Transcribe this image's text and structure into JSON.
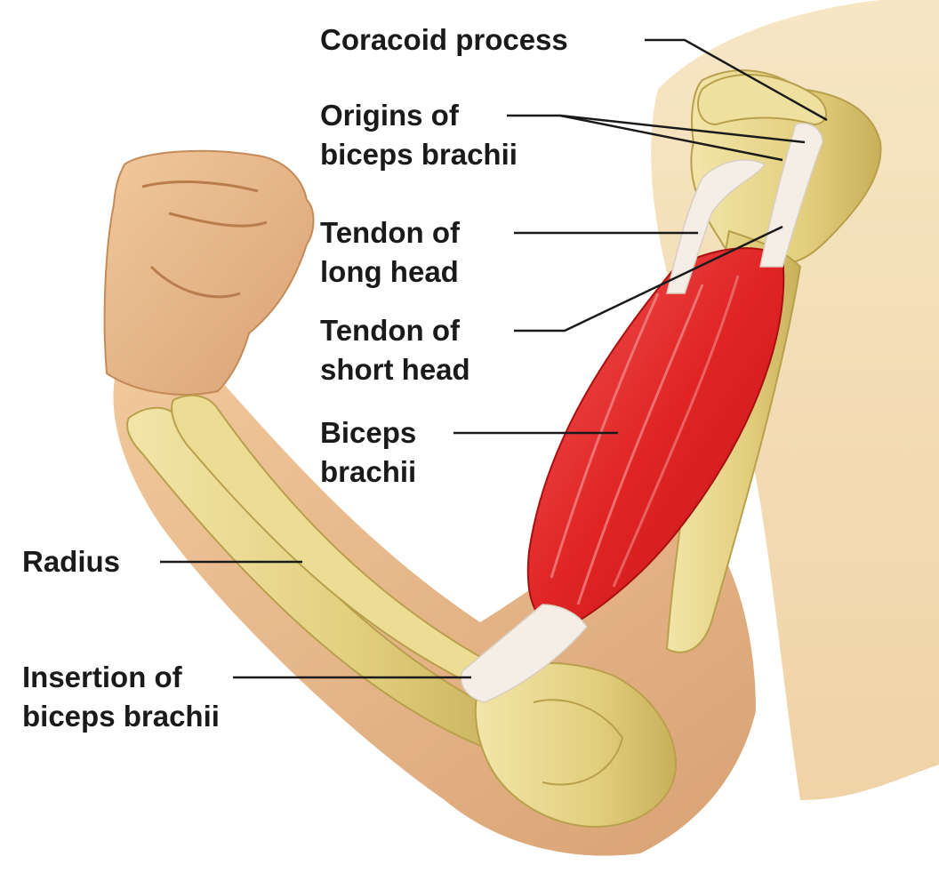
{
  "labels": {
    "coracoid_process": {
      "lines": [
        "Coracoid process"
      ]
    },
    "origins": {
      "lines": [
        "Origins of",
        "biceps brachii"
      ]
    },
    "tendon_long": {
      "lines": [
        "Tendon of",
        "long head"
      ]
    },
    "tendon_short": {
      "lines": [
        "Tendon of",
        "short head"
      ]
    },
    "biceps": {
      "lines": [
        "Biceps",
        "brachii"
      ]
    },
    "radius": {
      "lines": [
        "Radius"
      ]
    },
    "insertion": {
      "lines": [
        "Insertion of",
        "biceps brachii"
      ]
    }
  },
  "colors": {
    "skin": "#e8b887",
    "skin_shadow": "#d49a68",
    "bone": "#e6d58a",
    "bone_shadow": "#c9b35c",
    "muscle": "#e02424",
    "muscle_light": "#f05050",
    "tendon": "#f4eee6",
    "leader": "#1a1a1a"
  }
}
